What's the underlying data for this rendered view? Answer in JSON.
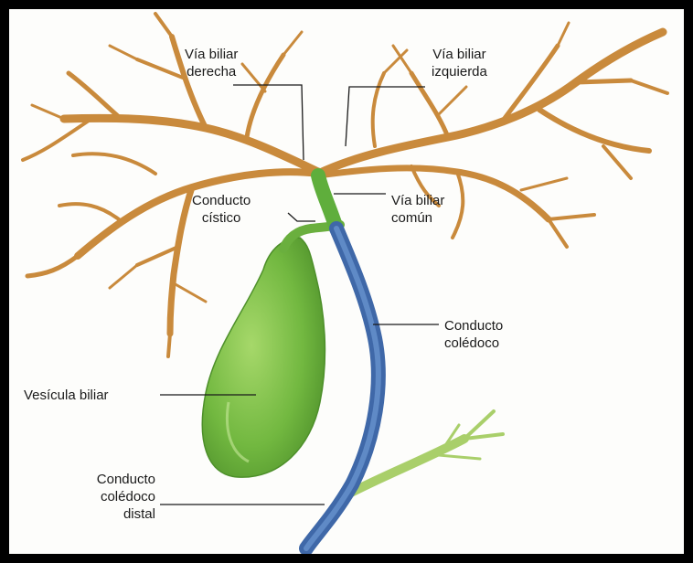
{
  "labels": {
    "via_biliar_derecha": [
      "Vía biliar",
      "derecha"
    ],
    "via_biliar_izquierda": [
      "Vía biliar",
      "izquierda"
    ],
    "conducto_cistico": [
      "Conducto",
      "cístico"
    ],
    "via_biliar_comun": [
      "Vía biliar",
      "común"
    ],
    "conducto_coledoco": [
      "Conducto",
      "colédoco"
    ],
    "vesicula_biliar": [
      "Vesícula biliar"
    ],
    "conducto_coledoco_distal": [
      "Conducto",
      "colédoco",
      "distal"
    ]
  },
  "colors": {
    "frame": "#000000",
    "background": "#fdfdfb",
    "bile_ducts": "#c98a3c",
    "common_duct": "#5fae3c",
    "choledochal_duct": "#4b78b8",
    "gallbladder": "#7cc04a",
    "pancreatic_duct": "#a9cf6a"
  }
}
